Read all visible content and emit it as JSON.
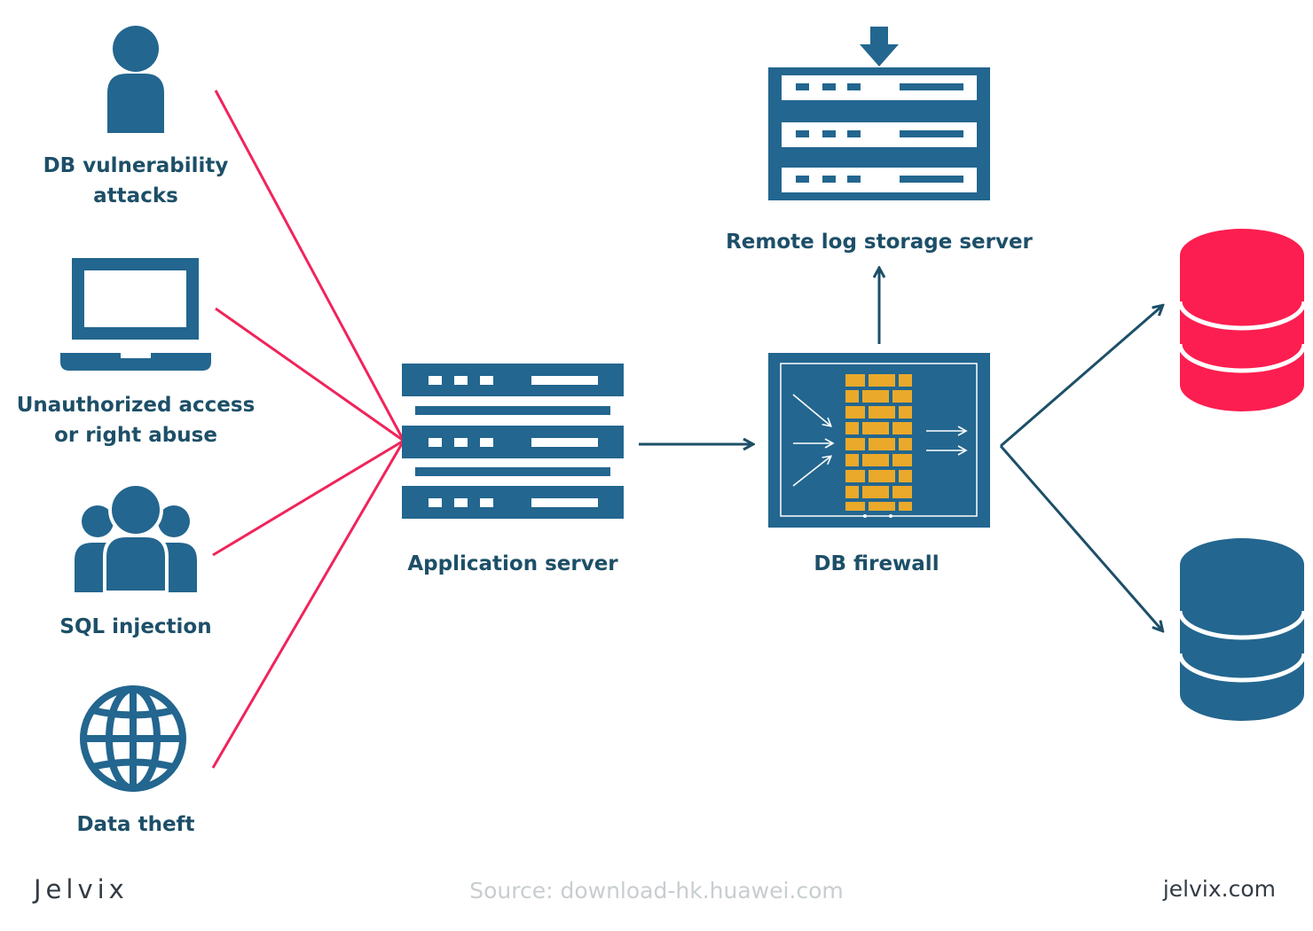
{
  "colors": {
    "primary": "#23668f",
    "navy_line": "#1d4f68",
    "attack_line": "#f0245a",
    "red_db": "#fc1e50",
    "brick": "#eaa92a",
    "text": "#1d4f68"
  },
  "threats": [
    {
      "icon": "user-icon",
      "lines": [
        "DB vulnerability",
        "attacks"
      ]
    },
    {
      "icon": "laptop-icon",
      "lines": [
        "Unauthorized access",
        "or right abuse"
      ]
    },
    {
      "icon": "users-group-icon",
      "lines": [
        "SQL injection"
      ]
    },
    {
      "icon": "globe-icon",
      "lines": [
        "Data theft"
      ]
    }
  ],
  "nodes": {
    "app_server": "Application server",
    "db_firewall": "DB firewall",
    "log_server": "Remote log storage server"
  },
  "databases": [
    {
      "icon": "database-icon",
      "color": "#fc1e50"
    },
    {
      "icon": "database-icon",
      "color": "#23668f"
    }
  ],
  "footer": {
    "brand": "Jelvix",
    "source_label": "Source:",
    "source_value": "download-hk.huawei.com",
    "site": "jelvix.com"
  }
}
